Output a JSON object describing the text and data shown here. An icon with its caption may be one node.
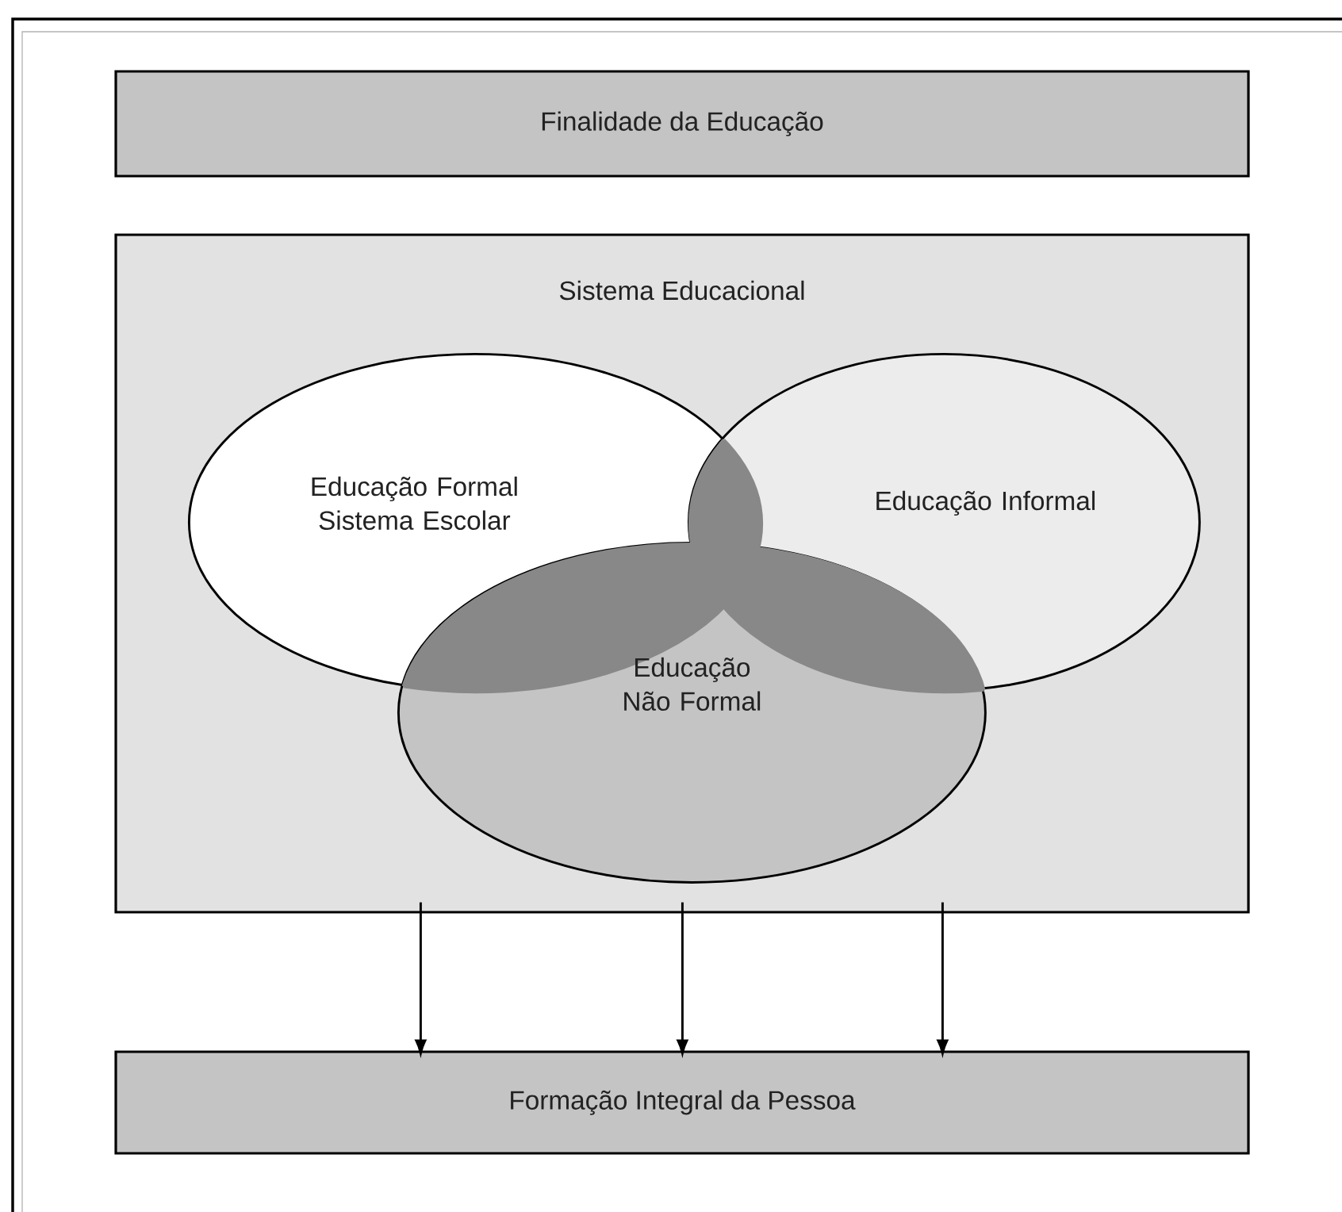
{
  "diagram": {
    "nodes": [
      {
        "text": [
          "Finalidade da Educação"
        ]
      },
      {
        "text": [
          "Sistema Educacional"
        ]
      },
      {
        "text": [
          "Educação Formal Sistema Escolar"
        ],
        "in": 1
      },
      {
        "text": [
          "Educação Informal"
        ],
        "in": 1
      },
      {
        "text": [
          "Educação Não Formal"
        ],
        "in": 1
      },
      {
        "text": [
          "Formação Integral da Pessoa"
        ]
      }
    ],
    "edges": [
      {
        "from": 1,
        "to": 5,
        "arrow": "to"
      },
      {
        "from": 1,
        "to": 5,
        "arrow": "to"
      },
      {
        "from": 1,
        "to": 5,
        "arrow": "to"
      }
    ]
  }
}
